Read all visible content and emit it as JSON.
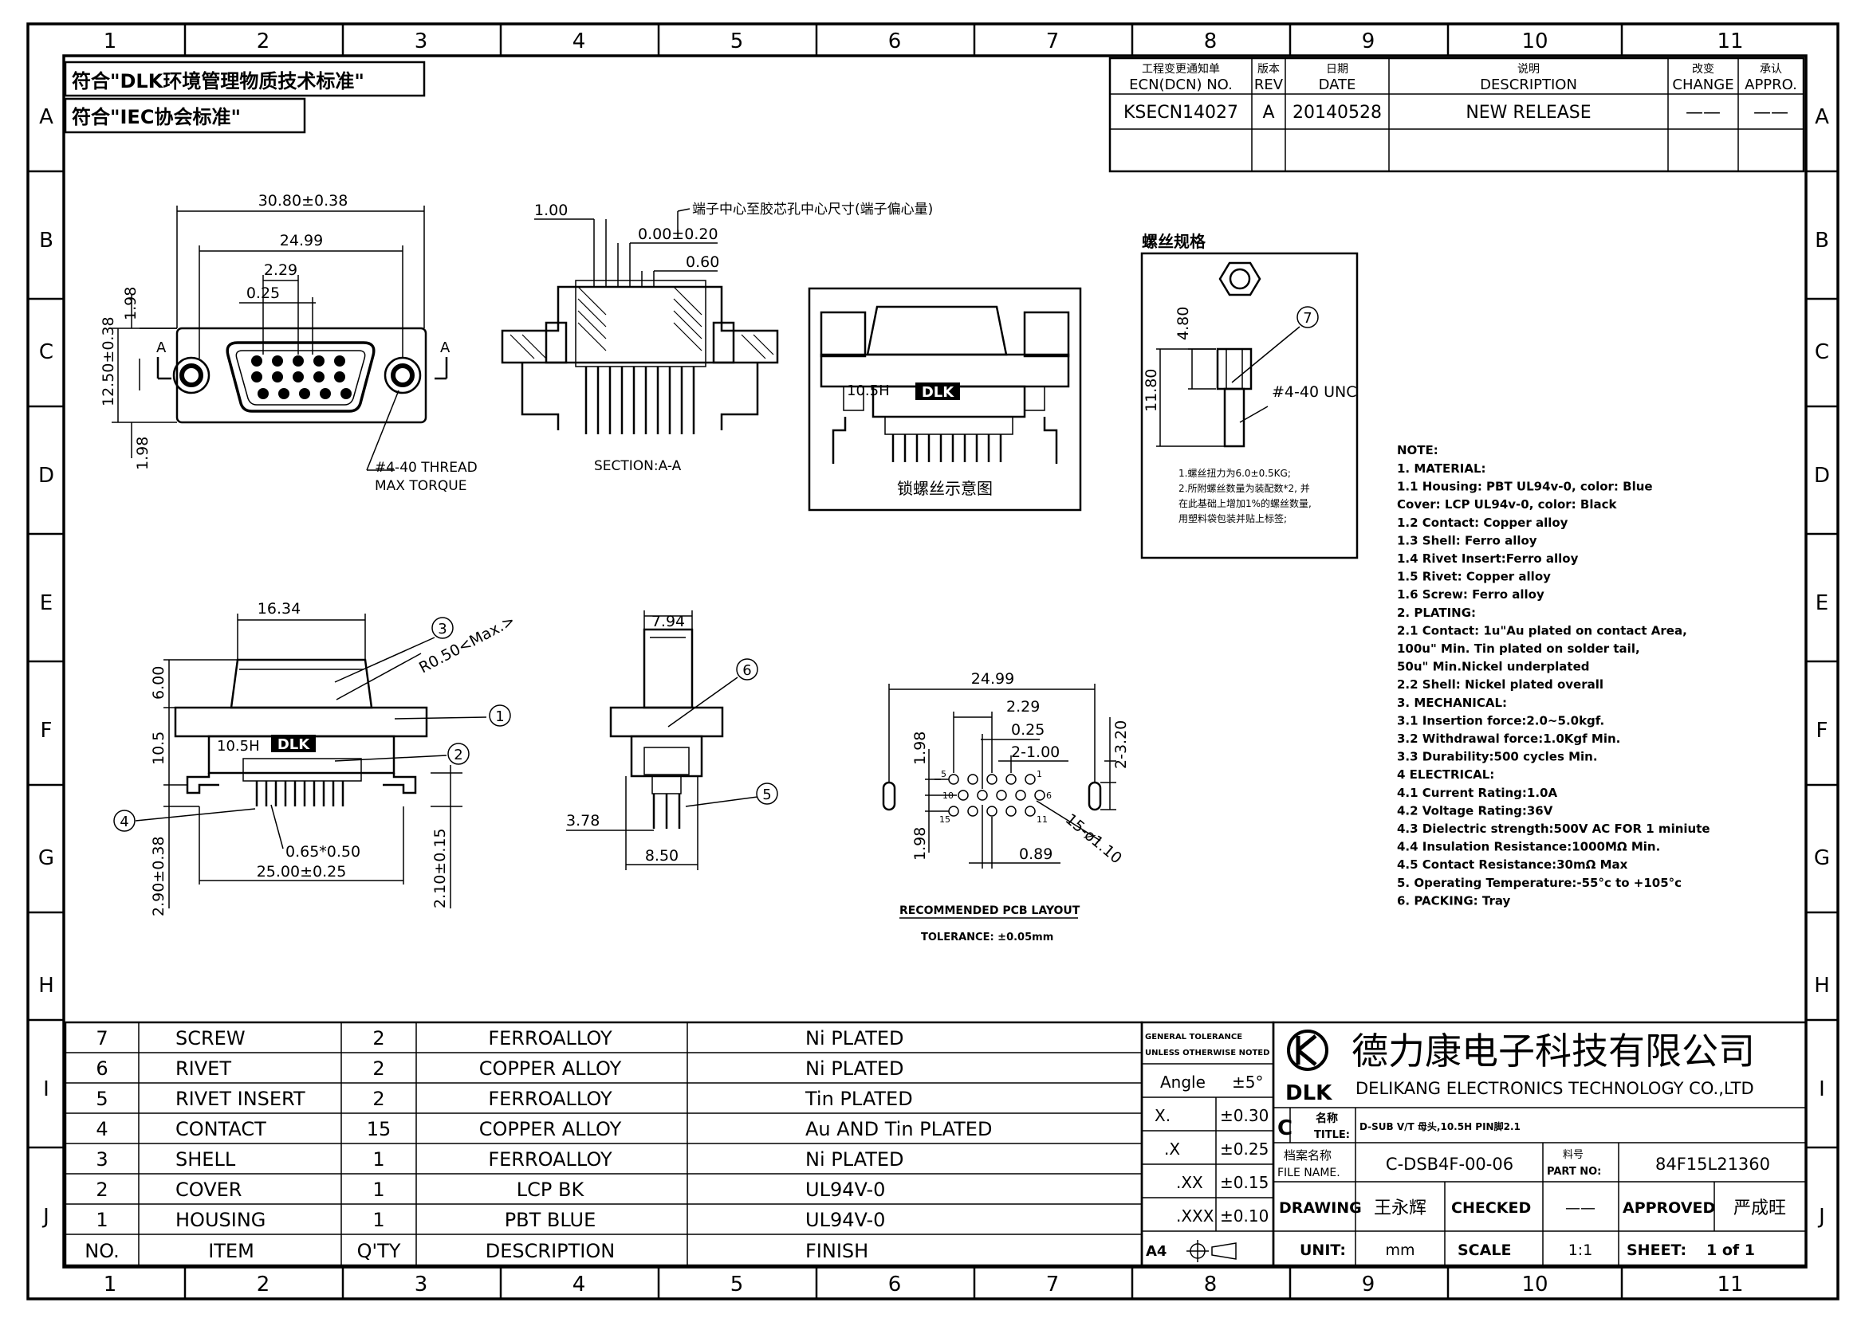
{
  "grid": {
    "columns": [
      "1",
      "2",
      "3",
      "4",
      "5",
      "6",
      "7",
      "8",
      "9",
      "10",
      "11"
    ],
    "rows": [
      "A",
      "B",
      "C",
      "D",
      "E",
      "F",
      "G",
      "H",
      "I",
      "J"
    ]
  },
  "compliance": {
    "line1": "符合\"DLK环境管理物质技术标准\"",
    "line2": "符合\"IEC协会标准\""
  },
  "revision": {
    "headers": {
      "ecn_cn": "工程变更通知单",
      "ecn_en": "ECN(DCN) NO.",
      "rev_cn": "版本",
      "rev_en": "REV",
      "date_cn": "日期",
      "date_en": "DATE",
      "desc_cn": "说明",
      "desc_en": "DESCRIPTION",
      "change_cn": "改变",
      "change_en": "CHANGE",
      "appro_cn": "承认",
      "appro_en": "APPRO."
    },
    "row": {
      "ecn": "KSECN14027",
      "rev": "A",
      "date": "20140528",
      "desc": "NEW RELEASE",
      "change": "——",
      "appro": "——"
    }
  },
  "top_view": {
    "dim_overall": "30.80±0.38",
    "dim_pitch_outer": "24.99",
    "dim_pitch": "2.29",
    "dim_offset": "0.25",
    "dim_height": "12.50±0.38",
    "dim_flange_top": "1.98",
    "dim_flange_bottom": "1.98",
    "section_mark_left": "A",
    "section_mark_right": "A",
    "thread_note_1": "#4-40 THREAD",
    "thread_note_2": "MAX TORQUE"
  },
  "section_view": {
    "dim_1": "1.00",
    "dim_2": "0.00±0.20",
    "dim_3": "0.60",
    "note_cn": "端子中心至胶芯孔中心尺寸(端子偏心量)",
    "caption": "SECTION:A-A"
  },
  "screw_lock_view": {
    "height_label": "10.5H",
    "logo": "DLK",
    "caption": "锁螺丝示意图"
  },
  "screw_spec": {
    "title": "螺丝规格",
    "dim_480": "4.80",
    "dim_1180": "11.80",
    "thread": "#4-40 UNC",
    "balloon": "7",
    "note_1": "1.螺丝扭力为6.0±0.5KG;",
    "note_2a": "2.所附螺丝数量为装配数*2, 并",
    "note_2b": "在此基础上增加1%的螺丝数量,",
    "note_2c": "用塑料袋包装并贴上标签;"
  },
  "notes": {
    "title": "NOTE:",
    "lines": [
      "1.  MATERIAL:",
      "1.1  Housing:  PBT  UL94v-0,  color:  Blue",
      "      Cover:  LCP  UL94v-0,  color:  Black",
      "1.2  Contact:  Copper  alloy",
      "1.3  Shell:  Ferro  alloy",
      "1.4  Rivet  Insert:Ferro  alloy",
      "1.5  Rivet:  Copper  alloy",
      "1.6  Screw:  Ferro  alloy",
      "2.  PLATING:",
      "2.1  Contact:  1u\"Au  plated  on  contact  Area,",
      "       100u\"  Min.  Tin  plated  on  solder  tail,",
      "       50u\"  Min.Nickel  underplated",
      "2.2  Shell:  Nickel  plated  overall",
      "3.    MECHANICAL:",
      "3.1  Insertion  force:2.0~5.0kgf.",
      "3.2  Withdrawal  force:1.0Kgf  Min.",
      "3.3  Durability:500  cycles  Min.",
      "4    ELECTRICAL:",
      "4.1  Current  Rating:1.0A",
      "4.2  Voltage  Rating:36V",
      "4.3  Dielectric  strength:500V  AC  FOR  1  miniute",
      "4.4  Insulation  Resistance:1000MΩ  Min.",
      "4.5  Contact  Resistance:30mΩ  Max",
      "5.  Operating  Temperature:-55°c  to  +105°c",
      "6.  PACKING:  Tray"
    ]
  },
  "front_view": {
    "dim_top": "16.34",
    "dim_600": "6.00",
    "dim_105": "10.5",
    "radius": "R0.50<Max.>",
    "height_label": "10.5H",
    "logo": "DLK",
    "dim_pin": "0.65*0.50",
    "dim_bottom": "25.00±0.25",
    "dim_290": "2.90±0.38",
    "dim_210": "2.10±0.15",
    "balloons": [
      "1",
      "2",
      "3",
      "4"
    ]
  },
  "side_view": {
    "dim_top": "7.94",
    "dim_378": "3.78",
    "dim_850": "8.50",
    "balloons": [
      "5",
      "6"
    ]
  },
  "pcb_layout": {
    "dim_2499": "24.99",
    "dim_229": "2.29",
    "dim_025": "0.25",
    "dim_2x100": "2-1.00",
    "dim_2x320": "2-3.20",
    "dim_198_top": "1.98",
    "dim_198_bottom": "1.98",
    "dim_089": "0.89",
    "dim_holes": "15-ø1.10",
    "pin_labels": [
      "5",
      "1",
      "10",
      "6",
      "15",
      "11"
    ],
    "caption": "RECOMMENDED PCB LAYOUT",
    "tolerance": "TOLERANCE: ±0.05mm"
  },
  "bom": {
    "headers": [
      "NO.",
      "ITEM",
      "Q'TY",
      "DESCRIPTION",
      "FINISH"
    ],
    "rows": [
      [
        "7",
        "SCREW",
        "2",
        "FERROALLOY",
        "Ni  PLATED"
      ],
      [
        "6",
        "RIVET",
        "2",
        "COPPER  ALLOY",
        "Ni  PLATED"
      ],
      [
        "5",
        "RIVET  INSERT",
        "2",
        "FERROALLOY",
        "Tin  PLATED"
      ],
      [
        "4",
        "CONTACT",
        "15",
        "COPPER  ALLOY",
        "Au  AND  Tin  PLATED"
      ],
      [
        "3",
        "SHELL",
        "1",
        "FERROALLOY",
        "Ni  PLATED"
      ],
      [
        "2",
        "COVER",
        "1",
        "LCP  BK",
        "UL94V-0"
      ],
      [
        "1",
        "HOUSING",
        "1",
        "PBT  BLUE",
        "UL94V-0"
      ]
    ]
  },
  "tolerance": {
    "header_1": "GENERAL TOLERANCE",
    "header_2": "UNLESS OTHERWISE NOTED",
    "rows": [
      [
        "Angle",
        "±5°"
      ],
      [
        "X.",
        "±0.30"
      ],
      [
        ".X",
        "±0.25"
      ],
      [
        ".XX",
        "±0.15"
      ],
      [
        ".XXX",
        "±0.10"
      ]
    ],
    "paper": "A4"
  },
  "title_block": {
    "company_cn": "德力康电子科技有限公司",
    "company_en": "DELIKANG  ELECTRONICS  TECHNOLOGY  CO.,LTD",
    "logo": "DLK",
    "size": "C",
    "title_cn_label": "名称",
    "title_en_label": "TITLE:",
    "title": "D-SUB V/T 母头,10.5H PIN脚2.1",
    "file_cn_label": "档案名称",
    "file_en_label": "FILE NAME.",
    "file_name": "C-DSB4F-00-06",
    "part_cn_label": "料号",
    "part_en_label": "PART NO:",
    "part_no": "84F15L21360",
    "drawing_label": "DRAWING",
    "drawing_by": "王永辉",
    "checked_label": "CHECKED",
    "checked_by": "——",
    "approved_label": "APPROVED",
    "approved_by": "严成旺",
    "unit_label": "UNIT:",
    "unit": "mm",
    "scale_label": "SCALE",
    "scale": "1:1",
    "sheet_label": "SHEET:",
    "sheet": "1  of  1"
  }
}
